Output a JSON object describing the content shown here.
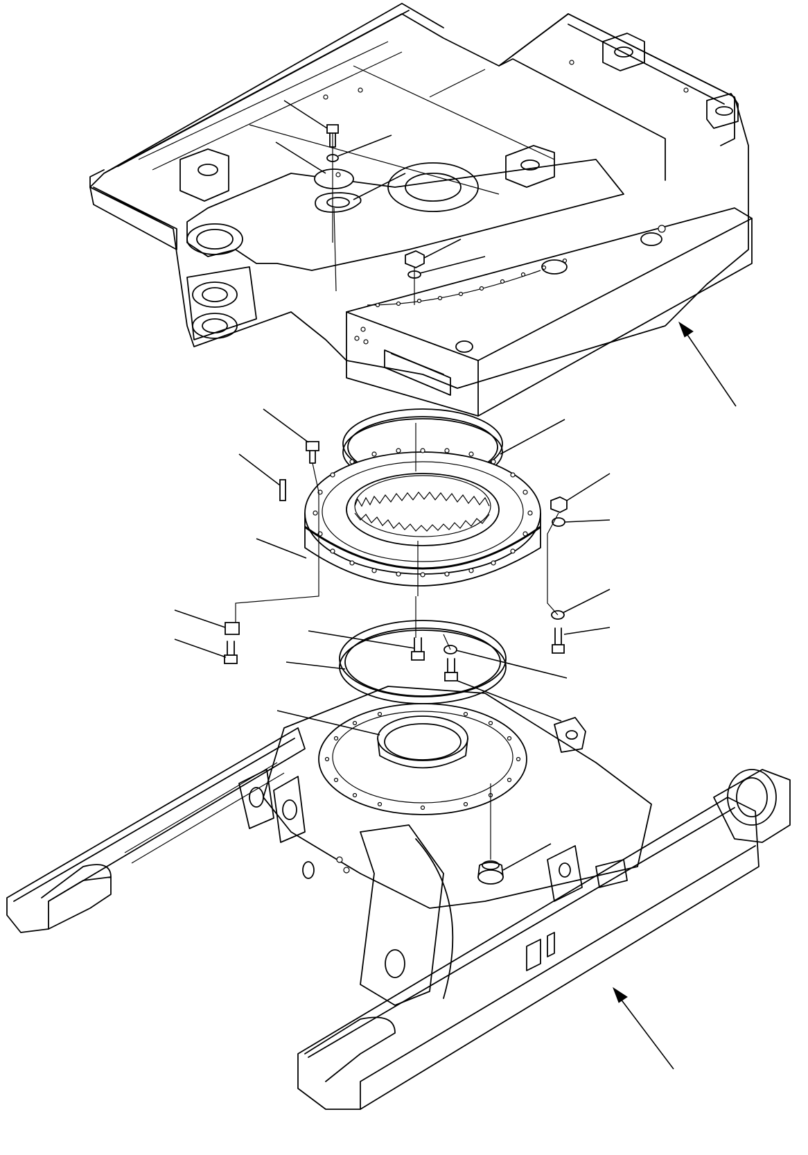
{
  "figure": {
    "upper_assembly": "revolving-frame",
    "lower_assembly": "track-frame",
    "parts": [
      {
        "id": "bolt-top",
        "icon": "bolt-icon"
      },
      {
        "id": "washer-top",
        "icon": "washer-icon"
      },
      {
        "id": "cover-plate",
        "icon": "cover-plate-icon"
      },
      {
        "id": "gasket",
        "icon": "gasket-icon"
      },
      {
        "id": "nut-frame",
        "icon": "nut-icon"
      },
      {
        "id": "washer-frame",
        "icon": "washer-icon"
      },
      {
        "id": "upper-seal-ring",
        "icon": "seal-ring-icon"
      },
      {
        "id": "bolt-left",
        "icon": "bolt-icon"
      },
      {
        "id": "dowel-pin",
        "icon": "pin-icon"
      },
      {
        "id": "swing-circle",
        "icon": "bearing-icon"
      },
      {
        "id": "nut-right",
        "icon": "nut-icon"
      },
      {
        "id": "washer-right",
        "icon": "washer-icon"
      },
      {
        "id": "washer-right-lower",
        "icon": "washer-icon"
      },
      {
        "id": "bolt-right",
        "icon": "bolt-icon"
      },
      {
        "id": "spacer-left",
        "icon": "spacer-icon"
      },
      {
        "id": "bolt-left-lower",
        "icon": "bolt-icon"
      },
      {
        "id": "bolt-center",
        "icon": "bolt-icon"
      },
      {
        "id": "washer-center",
        "icon": "washer-icon"
      },
      {
        "id": "bolt-center-2",
        "icon": "bolt-icon"
      },
      {
        "id": "lower-seal-ring",
        "icon": "seal-ring-icon"
      },
      {
        "id": "center-collar",
        "icon": "collar-icon"
      },
      {
        "id": "plug",
        "icon": "plug-icon"
      }
    ]
  }
}
